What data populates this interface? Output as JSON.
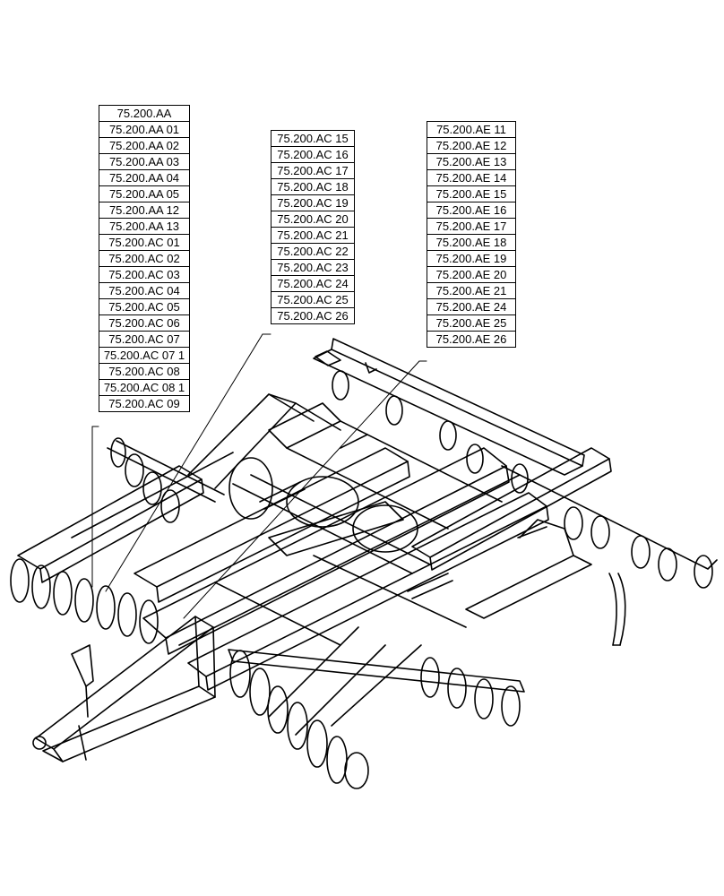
{
  "tables": {
    "aa": [
      "75.200.AA",
      "75.200.AA 01",
      "75.200.AA 02",
      "75.200.AA 03",
      "75.200.AA 04",
      "75.200.AA 05",
      "75.200.AA 12",
      "75.200.AA 13",
      "75.200.AC 01",
      "75.200.AC 02",
      "75.200.AC 03",
      "75.200.AC 04",
      "75.200.AC 05",
      "75.200.AC 06",
      "75.200.AC 07",
      "75.200.AC 07 1",
      "75.200.AC 08",
      "75.200.AC 08 1",
      "75.200.AC 09"
    ],
    "ac": [
      "75.200.AC 15",
      "75.200.AC 16",
      "75.200.AC 17",
      "75.200.AC 18",
      "75.200.AC 19",
      "75.200.AC 20",
      "75.200.AC 21",
      "75.200.AC 22",
      "75.200.AC 23",
      "75.200.AC 24",
      "75.200.AC 25",
      "75.200.AC 26"
    ],
    "ae": [
      "75.200.AE 11",
      "75.200.AE 12",
      "75.200.AE 13",
      "75.200.AE 14",
      "75.200.AE 15",
      "75.200.AE 16",
      "75.200.AE 17",
      "75.200.AE 18",
      "75.200.AE 19",
      "75.200.AE 20",
      "75.200.AE 21",
      "75.200.AE 24",
      "75.200.AE 25",
      "75.200.AE 26"
    ]
  }
}
